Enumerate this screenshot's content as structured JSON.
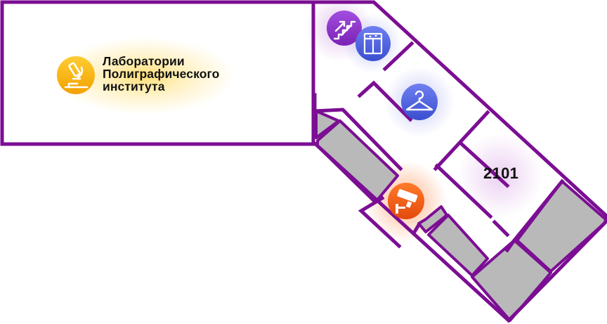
{
  "map": {
    "labels": {
      "laboratories_line1": "Лаборатории",
      "laboratories_line2": "Полиграфического",
      "laboratories_line3": "института",
      "room_number": "2101"
    },
    "icons": {
      "laboratory": "microscope-icon",
      "stairs": "stairs-icon",
      "elevator": "elevator-icon",
      "cloakroom": "coat-hanger-icon",
      "security_camera": "security-camera-icon"
    },
    "colors": {
      "wall": "#7b0e93",
      "blocked_area": "#b9b9b9",
      "laboratory": "#f4b400",
      "stairs": "#8a2ec4",
      "elevator": "#4a5fd8",
      "cloakroom": "#4a5fd8",
      "camera": "#f05a18",
      "room_highlight": "#c77ad9"
    }
  }
}
